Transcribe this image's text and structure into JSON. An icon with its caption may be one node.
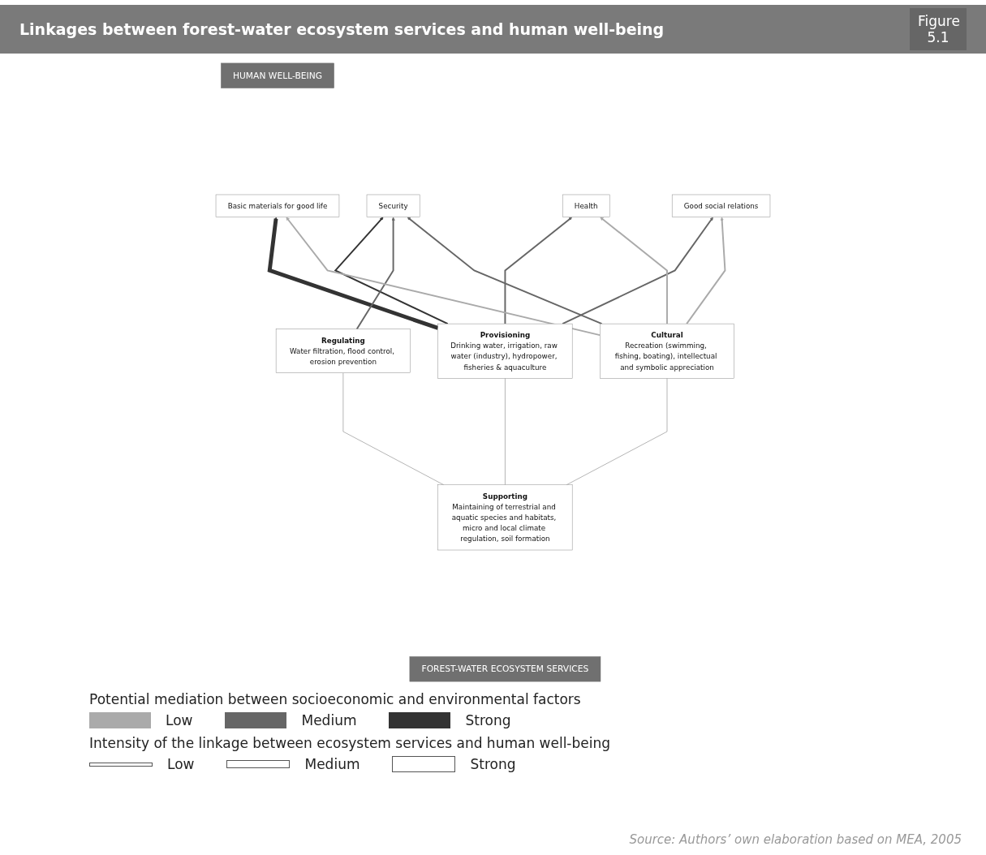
{
  "diagram": {
    "title": "Linkages between forest-water ecosystem services and human well-being",
    "caption": "Source: Authors’ own elaboration based on MEA, 2005",
    "nodes": [
      {
        "text": [
          "HUMAN WELL-BEING"
        ]
      },
      {
        "text": [
          "Basic materials for good life"
        ]
      },
      {
        "text": [
          "Security"
        ]
      },
      {
        "text": [
          "Health"
        ]
      },
      {
        "text": [
          "Good social relations"
        ]
      },
      {
        "text": [
          "Provisioning",
          "Drinking water, irrigation, raw water (industry), hydropower, fisheries & aquaculture"
        ]
      },
      {
        "text": [
          "Regulating",
          "Water filtration, flood control, erosion prevention"
        ]
      },
      {
        "text": [
          "Cultural",
          "Recreation (swimming, fishing, boating), intellectual and symbolic appreciation"
        ]
      },
      {
        "text": [
          "Supporting",
          "Maintaining of terrestrial and aquatic species and habitats, micro and local climate regulation, soil formation"
        ]
      },
      {
        "text": [
          "FOREST-WATER ECOSYSTEM SERVICES"
        ]
      }
    ],
    "edges": [
      {
        "from": 8,
        "to": 5,
        "arrow": "none"
      },
      {
        "from": 8,
        "to": 6,
        "arrow": "none"
      },
      {
        "from": 8,
        "to": 7,
        "arrow": "none"
      },
      {
        "from": 5,
        "to": 1,
        "arrow": "to",
        "style": "thick",
        "color": "#333333"
      },
      {
        "from": 5,
        "to": 2,
        "arrow": "to",
        "color": "#333333"
      },
      {
        "from": 5,
        "to": 3,
        "arrow": "to",
        "color": "#666666"
      },
      {
        "from": 5,
        "to": 4,
        "arrow": "to",
        "color": "#666666"
      },
      {
        "from": 6,
        "to": 2,
        "arrow": "to",
        "color": "#666666"
      },
      {
        "from": 7,
        "to": 1,
        "arrow": "to",
        "color": "#aaaaaa"
      },
      {
        "from": 7,
        "to": 2,
        "arrow": "to",
        "color": "#666666"
      },
      {
        "from": 7,
        "to": 3,
        "arrow": "to",
        "color": "#aaaaaa"
      },
      {
        "from": 7,
        "to": 4,
        "arrow": "to",
        "color": "#aaaaaa"
      }
    ],
    "labels": [
      "Figure 5.1",
      "Potential mediation between socioeconomic and environmental factors",
      "Intensity of the linkage between ecosystem services and human well-being"
    ],
    "legend": [
      {
        "text": "Low",
        "color": "#aaaaaa"
      },
      {
        "text": "Medium",
        "color": "#666666"
      },
      {
        "text": "Strong",
        "color": "#333333"
      },
      {
        "text": "Low"
      },
      {
        "text": "Medium"
      },
      {
        "text": "Strong"
      }
    ]
  }
}
